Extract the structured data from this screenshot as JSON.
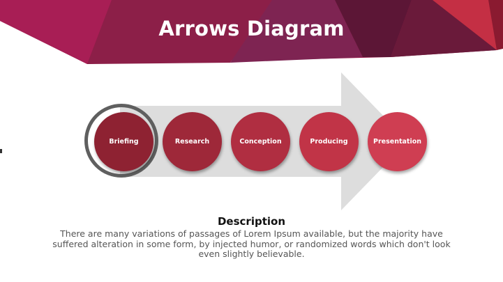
{
  "header": {
    "title": "Arrows Diagram"
  },
  "diagram": {
    "active_step": "Briefing",
    "steps": [
      {
        "label": "Briefing",
        "color": "#8e2232"
      },
      {
        "label": "Research",
        "color": "#9e2839"
      },
      {
        "label": "Conception",
        "color": "#b02e41"
      },
      {
        "label": "Producing",
        "color": "#c13447"
      },
      {
        "label": "Presentation",
        "color": "#cf3e52"
      }
    ]
  },
  "description": {
    "title": "Description",
    "body": "There are many variations of passages of Lorem Ipsum available, but the majority have suffered alteration in some form, by injected humor, or randomized words which don't look even slightly believable."
  }
}
